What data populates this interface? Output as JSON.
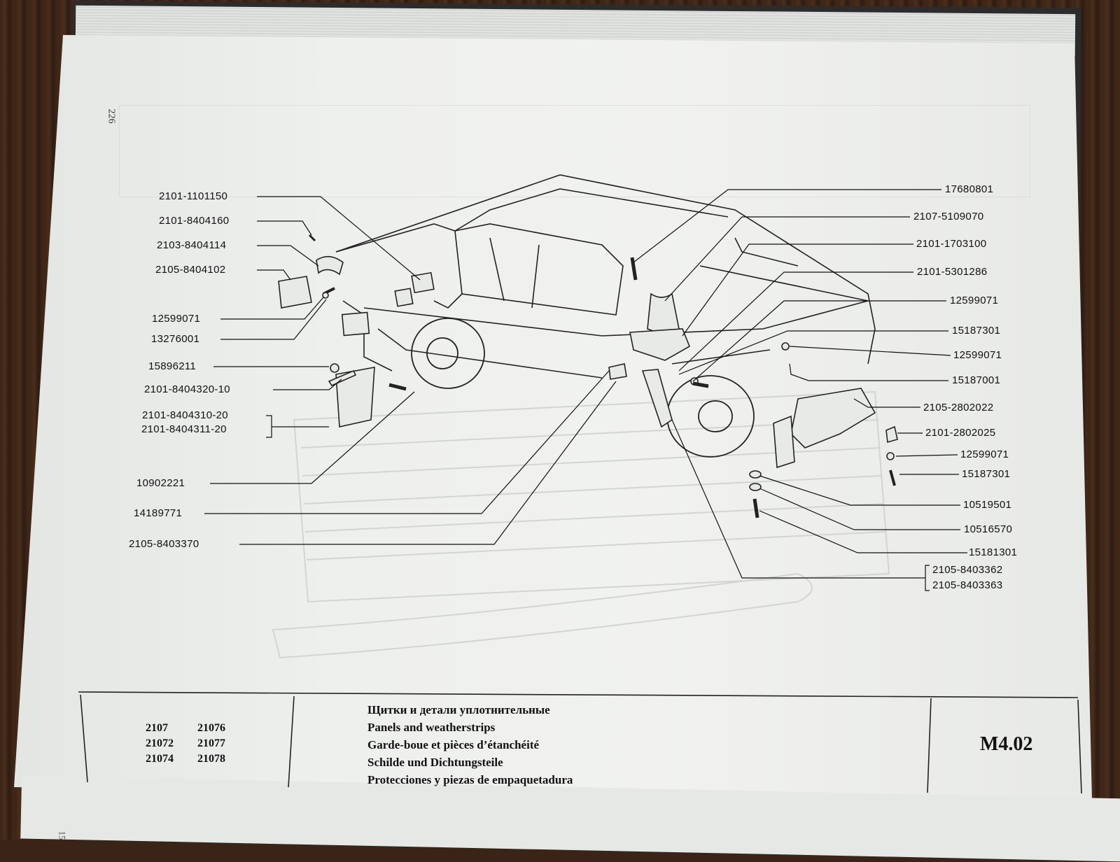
{
  "page": {
    "page_number": "226",
    "side_number": "15"
  },
  "callouts": {
    "left": [
      "2101-1101150",
      "2101-8404160",
      "2103-8404114",
      "2105-8404102",
      "12599071",
      "13276001",
      "15896211",
      "2101-8404320-10",
      "2101-8404310-20",
      "2101-8404311-20",
      "10902221",
      "14189771",
      "2105-8403370"
    ],
    "right": [
      "17680801",
      "2107-5109070",
      "2101-1703100",
      "2101-5301286",
      "12599071",
      "15187301",
      "12599071",
      "15187001",
      "2105-2802022",
      "2101-2802025",
      "12599071",
      "15187301",
      "10519501",
      "10516570",
      "15181301",
      "2105-8403362",
      "2105-8403363"
    ]
  },
  "footer": {
    "models": [
      [
        "2107",
        "21076"
      ],
      [
        "21072",
        "21077"
      ],
      [
        "21074",
        "21078"
      ]
    ],
    "titles": [
      "Щитки и детали уплотнительные",
      "Panels and weatherstrips",
      "Garde-boue et pièces d’étanchéité",
      "Schilde und Dichtungsteile",
      "Protecciones y piezas de empaquetadura"
    ],
    "code": "M4.02"
  }
}
